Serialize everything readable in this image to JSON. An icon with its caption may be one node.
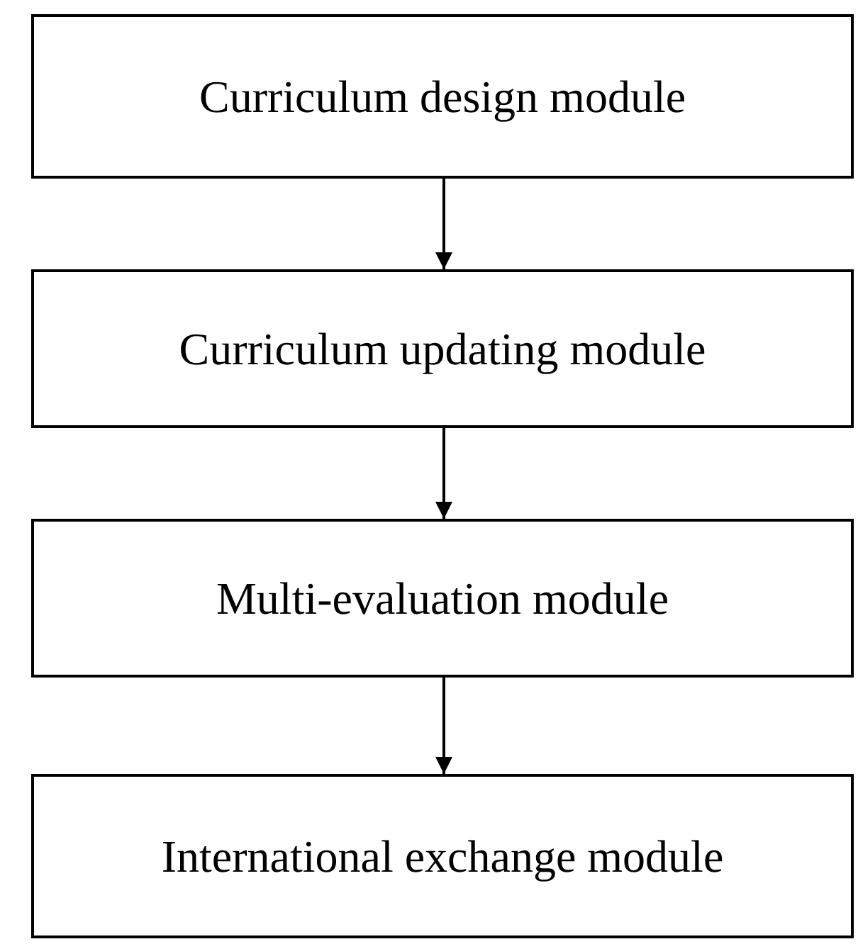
{
  "diagram": {
    "nodes": [
      {
        "text": [
          "Curriculum design module"
        ]
      },
      {
        "text": [
          "Curriculum updating module"
        ]
      },
      {
        "text": [
          "Multi-evaluation module"
        ]
      },
      {
        "text": [
          "International exchange module"
        ]
      }
    ],
    "edges": [
      {
        "from": 0,
        "to": 1,
        "arrow": "to"
      },
      {
        "from": 1,
        "to": 2,
        "arrow": "to"
      },
      {
        "from": 2,
        "to": 3,
        "arrow": "to"
      }
    ]
  }
}
